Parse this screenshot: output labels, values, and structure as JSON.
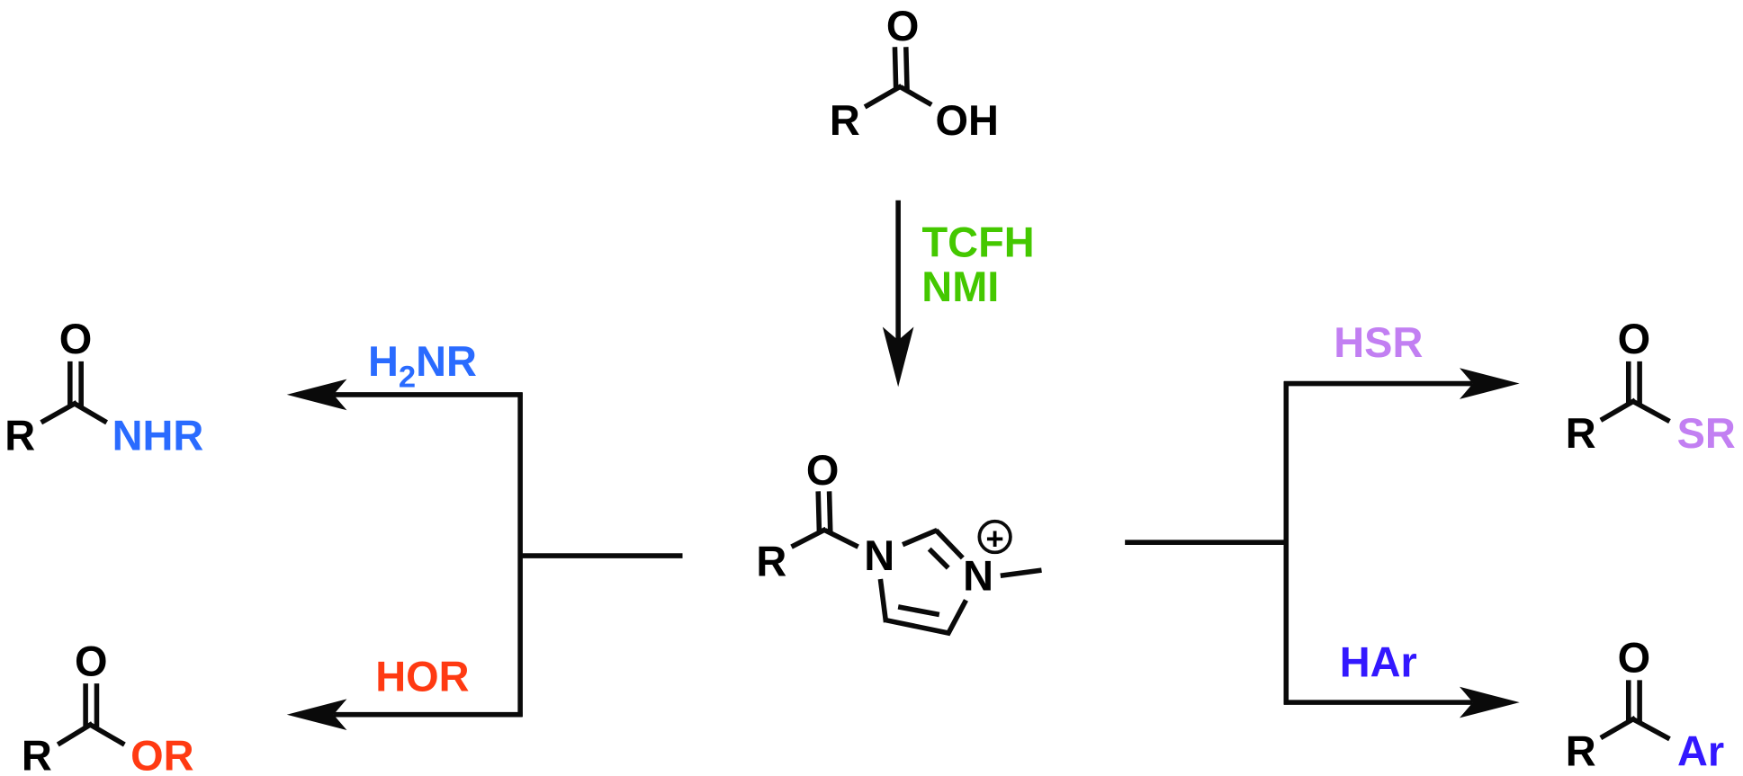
{
  "colors": {
    "amine": "#2a6bff",
    "alcohol": "#ff3a12",
    "reagents": "#44c800",
    "thiol": "#c27ff2",
    "arene": "#3318ff",
    "bond": "#0a0a0a"
  },
  "starting_material": {
    "r": "R",
    "o": "O",
    "oh": "OH"
  },
  "reagents": {
    "line1": "TCFH",
    "line2": "NMI"
  },
  "intermediate": {
    "r": "R",
    "o": "O",
    "n1": "N",
    "n3": "N",
    "charge": "+"
  },
  "amide": {
    "reagent_pre": "H",
    "reagent_sub": "2",
    "reagent_post": "NR",
    "r": "R",
    "o": "O",
    "group": "NHR"
  },
  "ester": {
    "reagent": "HOR",
    "r": "R",
    "o": "O",
    "group": "OR"
  },
  "thioester": {
    "reagent": "HSR",
    "r": "R",
    "o": "O",
    "group": "SR"
  },
  "ketone": {
    "reagent": "HAr",
    "r": "R",
    "o": "O",
    "group": "Ar"
  }
}
